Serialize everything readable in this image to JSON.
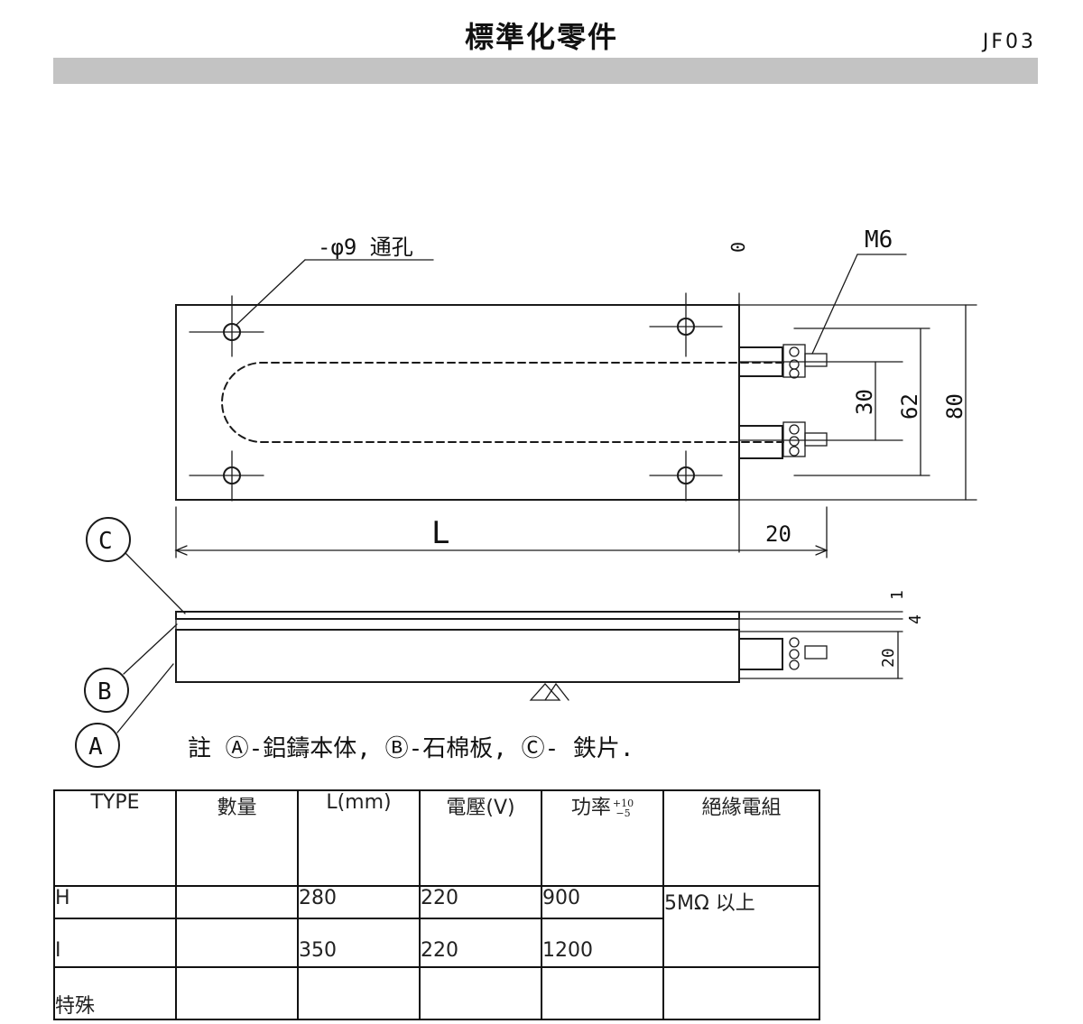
{
  "header": {
    "title": "標準化零件",
    "code": "JF03"
  },
  "drawing": {
    "hole_note": "-φ9 通孔",
    "thread_label": "M6",
    "dim_L": "L",
    "dim_20_side": "20",
    "dim_30": "30",
    "dim_62": "62",
    "dim_80": "80",
    "dim_1": "1",
    "dim_4": "4",
    "dim_20_elev": "20",
    "dim_0": "0",
    "callout_c": "C",
    "callout_b": "B",
    "callout_a": "A",
    "note": "註 Ⓐ-鋁鑄本体, Ⓑ-石棉板, Ⓒ- 鉄片."
  },
  "table": {
    "headers": [
      "TYPE",
      "數量",
      "L(mm)",
      "電壓(V)",
      "功率",
      "絕緣電組"
    ],
    "power_tolerance": {
      "upper": "+10",
      "lower": "−5"
    },
    "rows": [
      {
        "type": "H",
        "qty": "",
        "l": "280",
        "v": "220",
        "w": "900"
      },
      {
        "type": "I",
        "qty": "",
        "l": "350",
        "v": "220",
        "w": "1200"
      },
      {
        "type": "特殊",
        "qty": "",
        "l": "",
        "v": "",
        "w": ""
      }
    ],
    "insulation": "5MΩ 以上"
  }
}
